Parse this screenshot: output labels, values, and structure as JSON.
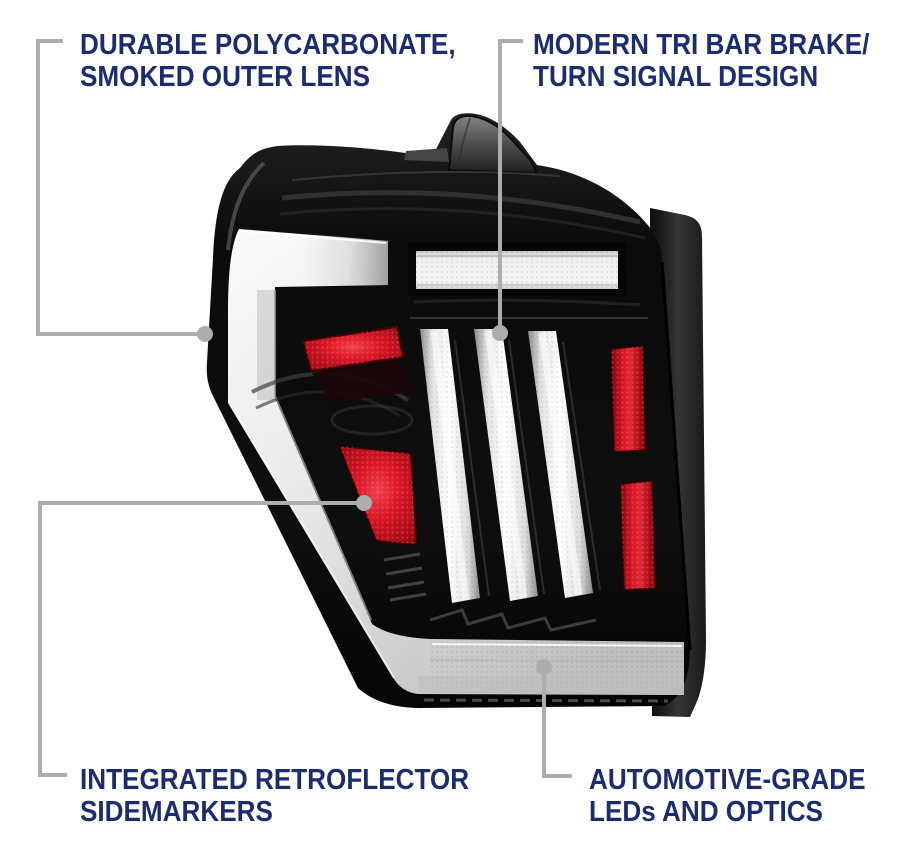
{
  "colors": {
    "background": "#ffffff",
    "label_text": "#1d2b6f",
    "connector_gray": "#adadad",
    "reflector_red": "#d01220",
    "housing_black": "#0d0d0d",
    "lens_white": "#ededed"
  },
  "callouts": {
    "top_left": {
      "line1": "DURABLE POLYCARBONATE,",
      "line2": "SMOKED OUTER LENS"
    },
    "top_right": {
      "line1": "MODERN TRI BAR BRAKE/",
      "line2": "TURN SIGNAL DESIGN"
    },
    "bottom_left": {
      "line1": "INTEGRATED RETROFLECTOR",
      "line2": "SIDEMARKERS"
    },
    "bottom_right": {
      "line1": "AUTOMOTIVE-GRADE",
      "line2": "LEDs AND OPTICS"
    }
  },
  "illustration": {
    "subject": "led-tail-light"
  }
}
